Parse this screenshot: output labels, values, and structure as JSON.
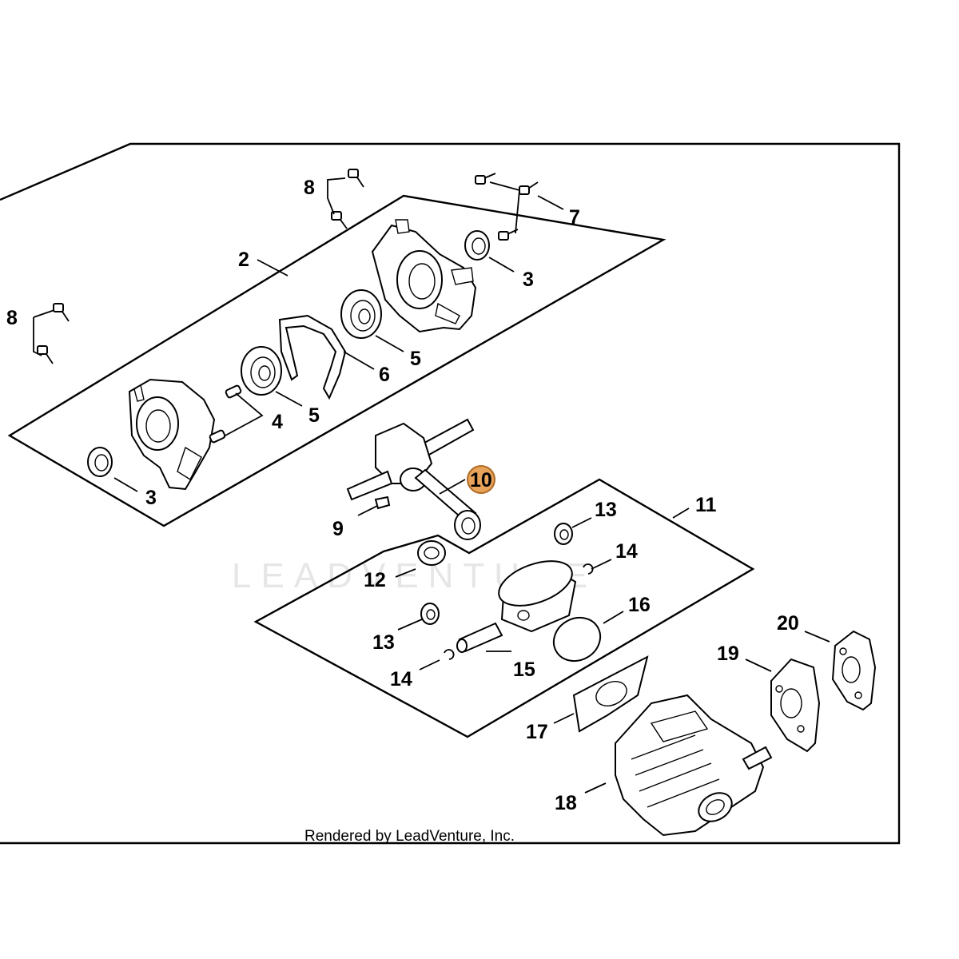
{
  "diagram": {
    "labels": {
      "p2": "2",
      "p3a": "3",
      "p3b": "3",
      "p4": "4",
      "p5a": "5",
      "p5b": "5",
      "p6": "6",
      "p7": "7",
      "p8a": "8",
      "p8b": "8",
      "p9": "9",
      "p10": "10",
      "p11": "11",
      "p12": "12",
      "p13a": "13",
      "p13b": "13",
      "p14a": "14",
      "p14b": "14",
      "p15": "15",
      "p16": "16",
      "p17": "17",
      "p18": "18",
      "p19": "19",
      "p20": "20"
    },
    "highlighted_part": "10",
    "highlight_color": "#e8a35a",
    "watermark": "LEADVENTURE",
    "credit": "Rendered by LeadVenture, Inc."
  }
}
